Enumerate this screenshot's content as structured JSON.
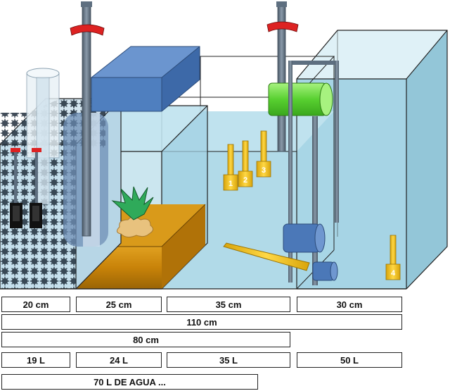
{
  "valves": [
    "1",
    "2",
    "3",
    "4"
  ],
  "widths": [
    "20 cm",
    "25 cm",
    "35 cm",
    "30 cm"
  ],
  "total_length": "110 cm",
  "partial_length": "80 cm",
  "volumes": [
    "19 L",
    "24 L",
    "35 L",
    "50 L"
  ],
  "water_total": "70 L DE AGUA ...",
  "colors": {
    "water": "#a9d6e5",
    "sand": "#c98a10",
    "pipe": "#5e6f80",
    "strap": "#dd2222",
    "heater_box": "#4f7fbf",
    "pump": "#4b78b8",
    "green_filter": "#6ee04a",
    "valve": "#f3c21a",
    "plant": "#2faa5a",
    "sponge": "#d9ad5a",
    "grid_media": "#1f2d3a"
  }
}
